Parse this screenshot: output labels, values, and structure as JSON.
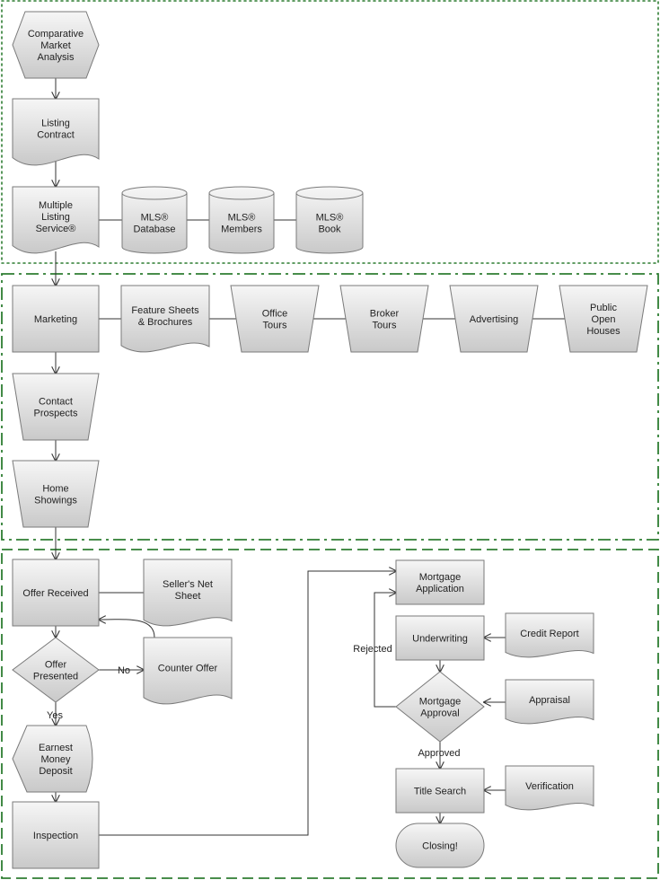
{
  "colors": {
    "shape_fill_top": "#f6f6f6",
    "shape_fill_bottom": "#c9c9c9",
    "shape_stroke": "#7a7a7a",
    "group_border": "#2e7d32",
    "connector": "#333333"
  },
  "groups": [
    {
      "id": "listing",
      "style": "dotted"
    },
    {
      "id": "marketing",
      "style": "dash-dot"
    },
    {
      "id": "closing",
      "style": "dashed"
    }
  ],
  "nodes": [
    {
      "id": "cma",
      "shape": "hexagon",
      "lines": [
        "Comparative",
        "Market",
        "Analysis"
      ]
    },
    {
      "id": "listing-contract",
      "shape": "document",
      "lines": [
        "Listing",
        "Contract"
      ]
    },
    {
      "id": "mls",
      "shape": "document",
      "lines": [
        "Multiple",
        "Listing",
        "Service®"
      ]
    },
    {
      "id": "mls-database",
      "shape": "cylinder",
      "lines": [
        "MLS®",
        "Database"
      ]
    },
    {
      "id": "mls-members",
      "shape": "cylinder",
      "lines": [
        "MLS®",
        "Members"
      ]
    },
    {
      "id": "mls-book",
      "shape": "cylinder",
      "lines": [
        "MLS®",
        "Book"
      ]
    },
    {
      "id": "marketing",
      "shape": "process",
      "lines": [
        "Marketing"
      ]
    },
    {
      "id": "feature-sheets",
      "shape": "document",
      "lines": [
        "Feature Sheets",
        "& Brochures"
      ]
    },
    {
      "id": "office-tours",
      "shape": "manual",
      "lines": [
        "Office",
        "Tours"
      ]
    },
    {
      "id": "broker-tours",
      "shape": "manual",
      "lines": [
        "Broker",
        "Tours"
      ]
    },
    {
      "id": "advertising",
      "shape": "manual",
      "lines": [
        "Advertising"
      ]
    },
    {
      "id": "public-open-houses",
      "shape": "manual",
      "lines": [
        "Public",
        "Open",
        "Houses"
      ]
    },
    {
      "id": "contact-prospects",
      "shape": "manual",
      "lines": [
        "Contact",
        "Prospects"
      ]
    },
    {
      "id": "home-showings",
      "shape": "manual",
      "lines": [
        "Home",
        "Showings"
      ]
    },
    {
      "id": "offer-received",
      "shape": "process",
      "lines": [
        "Offer Received"
      ]
    },
    {
      "id": "sellers-net-sheet",
      "shape": "document",
      "lines": [
        "Seller's Net",
        "Sheet"
      ]
    },
    {
      "id": "offer-presented",
      "shape": "decision",
      "lines": [
        "Offer",
        "Presented"
      ]
    },
    {
      "id": "counter-offer",
      "shape": "document",
      "lines": [
        "Counter Offer"
      ]
    },
    {
      "id": "earnest-money",
      "shape": "display",
      "lines": [
        "Earnest",
        "Money",
        "Deposit"
      ]
    },
    {
      "id": "inspection",
      "shape": "process",
      "lines": [
        "Inspection"
      ]
    },
    {
      "id": "mortgage-application",
      "shape": "process",
      "lines": [
        "Mortgage",
        "Application"
      ]
    },
    {
      "id": "underwriting",
      "shape": "process",
      "lines": [
        "Underwriting"
      ]
    },
    {
      "id": "credit-report",
      "shape": "document",
      "lines": [
        "Credit Report"
      ]
    },
    {
      "id": "mortgage-approval",
      "shape": "decision",
      "lines": [
        "Mortgage",
        "Approval"
      ]
    },
    {
      "id": "appraisal",
      "shape": "document",
      "lines": [
        "Appraisal"
      ]
    },
    {
      "id": "title-search",
      "shape": "process",
      "lines": [
        "Title Search"
      ]
    },
    {
      "id": "verification",
      "shape": "document",
      "lines": [
        "Verification"
      ]
    },
    {
      "id": "closing",
      "shape": "terminator",
      "lines": [
        "Closing!"
      ]
    }
  ],
  "edges": [
    {
      "from": "cma",
      "to": "listing-contract",
      "arrow": true
    },
    {
      "from": "listing-contract",
      "to": "mls",
      "arrow": true
    },
    {
      "from": "mls",
      "to": "mls-database",
      "arrow": false
    },
    {
      "from": "mls-database",
      "to": "mls-members",
      "arrow": false
    },
    {
      "from": "mls-members",
      "to": "mls-book",
      "arrow": false
    },
    {
      "from": "mls",
      "to": "marketing",
      "arrow": true
    },
    {
      "from": "marketing",
      "to": "feature-sheets",
      "arrow": false
    },
    {
      "from": "feature-sheets",
      "to": "office-tours",
      "arrow": false
    },
    {
      "from": "office-tours",
      "to": "broker-tours",
      "arrow": false
    },
    {
      "from": "broker-tours",
      "to": "advertising",
      "arrow": false
    },
    {
      "from": "advertising",
      "to": "public-open-houses",
      "arrow": false
    },
    {
      "from": "marketing",
      "to": "contact-prospects",
      "arrow": true
    },
    {
      "from": "contact-prospects",
      "to": "home-showings",
      "arrow": true
    },
    {
      "from": "home-showings",
      "to": "offer-received",
      "arrow": true
    },
    {
      "from": "offer-received",
      "to": "sellers-net-sheet",
      "arrow": false
    },
    {
      "from": "offer-received",
      "to": "offer-presented",
      "arrow": true
    },
    {
      "from": "offer-presented",
      "to": "counter-offer",
      "arrow": true,
      "label": "No"
    },
    {
      "from": "counter-offer",
      "to": "offer-received",
      "arrow": true
    },
    {
      "from": "offer-presented",
      "to": "earnest-money",
      "arrow": true,
      "label": "Yes"
    },
    {
      "from": "earnest-money",
      "to": "inspection",
      "arrow": true
    },
    {
      "from": "inspection",
      "to": "mortgage-application",
      "arrow": true
    },
    {
      "from": "underwriting",
      "to": "mortgage-approval",
      "arrow": true
    },
    {
      "from": "credit-report",
      "to": "underwriting",
      "arrow": true
    },
    {
      "from": "appraisal",
      "to": "mortgage-approval",
      "arrow": true
    },
    {
      "from": "mortgage-approval",
      "to": "mortgage-application",
      "arrow": true,
      "label": "Rejected"
    },
    {
      "from": "mortgage-approval",
      "to": "title-search",
      "arrow": true,
      "label": "Approved"
    },
    {
      "from": "verification",
      "to": "title-search",
      "arrow": true
    },
    {
      "from": "title-search",
      "to": "closing",
      "arrow": true
    }
  ]
}
